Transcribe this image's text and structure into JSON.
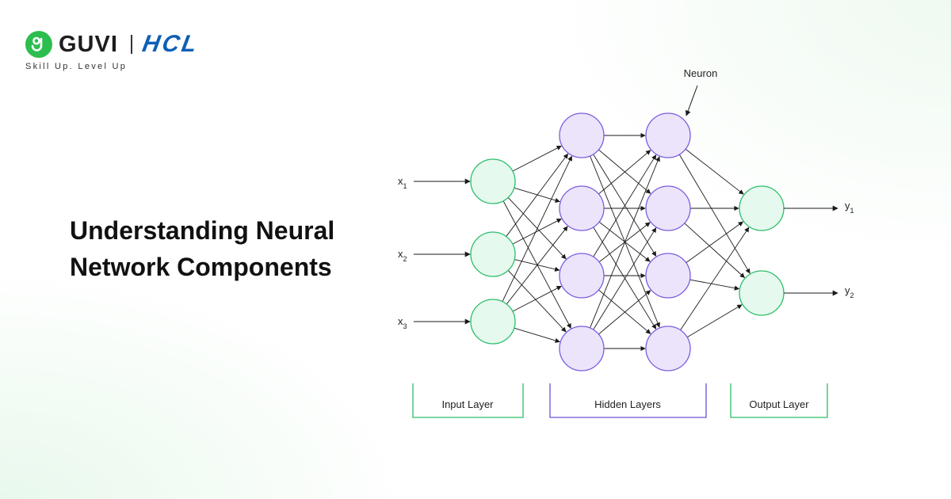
{
  "brand": {
    "name": "GUVI",
    "partner": "HCL",
    "tagline": "Skill Up. Level Up",
    "colors": {
      "guvi_green": "#2cbe4e",
      "hcl_blue": "#0f5fb5"
    },
    "icons": [
      "guvi-logo-icon"
    ]
  },
  "headline": {
    "line1": "Understanding Neural",
    "line2": "Network Components"
  },
  "diagram": {
    "callout": "Neuron",
    "inputs": [
      {
        "base": "x",
        "sub": "1"
      },
      {
        "base": "x",
        "sub": "2"
      },
      {
        "base": "x",
        "sub": "3"
      }
    ],
    "outputs": [
      {
        "base": "y",
        "sub": "1"
      },
      {
        "base": "y",
        "sub": "2"
      }
    ],
    "layer_labels": {
      "input": "Input Layer",
      "hidden": "Hidden Layers",
      "output": "Output Layer"
    },
    "layers": [
      {
        "role": "input",
        "count": 3
      },
      {
        "role": "hidden",
        "count": 4
      },
      {
        "role": "hidden",
        "count": 4
      },
      {
        "role": "output",
        "count": 2
      }
    ],
    "colors": {
      "input_stroke": "#2cbe6a",
      "input_fill": "#e6f9ee",
      "hidden_stroke": "#7b5ce0",
      "hidden_fill": "#ece4fb",
      "output_stroke": "#2cbe6a",
      "output_fill": "#e6f9ee",
      "edge": "#1a1a1a"
    }
  }
}
